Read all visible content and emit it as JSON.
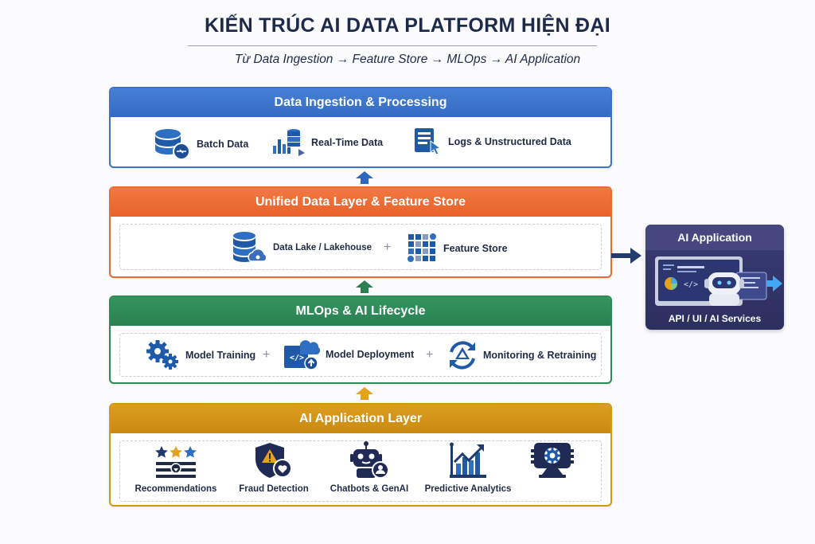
{
  "header": {
    "title": "KIẾN TRÚC AI DATA PLATFORM HIỆN ĐẠI",
    "subtitle": "Từ Data Ingestion → Feature Store → MLOps → AI Application"
  },
  "layers": [
    {
      "title": "Data Ingestion & Processing",
      "color": "#3a73c8",
      "items": [
        {
          "label": "Batch Data",
          "icon": "database-sync-icon"
        },
        {
          "label": "Real-Time Data",
          "icon": "streaming-chart-icon"
        },
        {
          "label": "Logs & Unstructured Data",
          "icon": "document-cursor-icon"
        }
      ]
    },
    {
      "title": "Unified Data Layer & Feature Store",
      "color": "#ec6a30",
      "separator": "+",
      "items": [
        {
          "label": "Data Lake / Lakehouse",
          "icon": "database-cloud-icon"
        },
        {
          "label": "Feature Store",
          "icon": "grid-matrix-icon"
        }
      ]
    },
    {
      "title": "MLOps & AI Lifecycle",
      "color": "#2e8a55",
      "separator": "+",
      "items": [
        {
          "label": "Model Training",
          "icon": "gears-icon"
        },
        {
          "label": "Model Deployment",
          "icon": "code-cloud-upload-icon"
        },
        {
          "label": "Monitoring & Retraining",
          "icon": "refresh-cycle-icon"
        }
      ]
    },
    {
      "title": "AI Application Layer",
      "color": "#d39617",
      "items": [
        {
          "label": "Recommendations",
          "icon": "stars-list-icon"
        },
        {
          "label": "Fraud Detection",
          "icon": "shield-warning-icon"
        },
        {
          "label": "Chatbots & GenAI",
          "icon": "robot-user-icon"
        },
        {
          "label": "Predictive Analytics",
          "icon": "growth-chart-icon"
        },
        {
          "label": "",
          "icon": "monitor-gear-icon"
        }
      ]
    }
  ],
  "app_panel": {
    "title": "AI Application",
    "footer": "API / UI / AI Services",
    "color": "#2f3263"
  }
}
